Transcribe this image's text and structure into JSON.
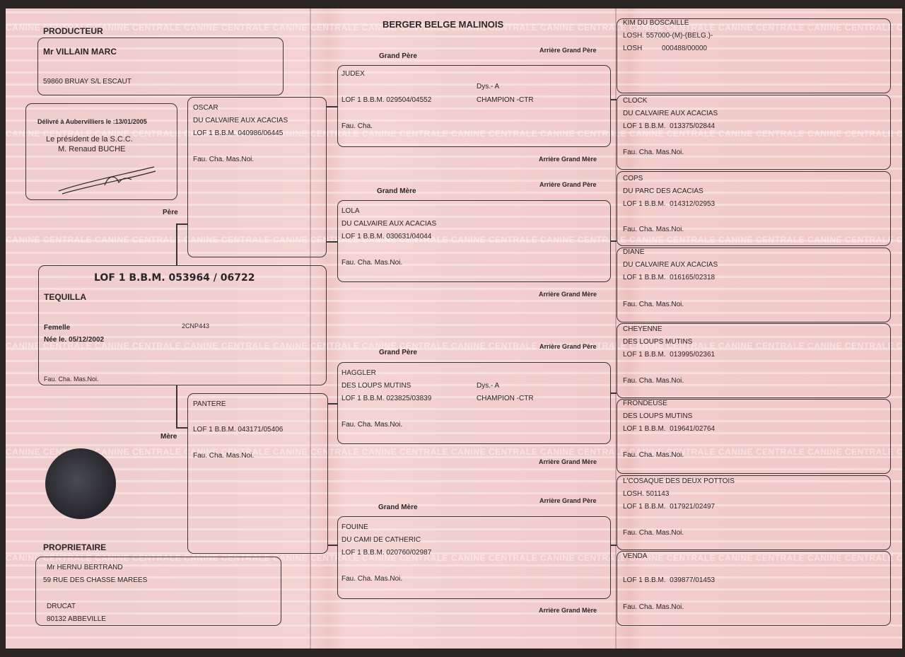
{
  "breed": "BERGER BELGE MALINOIS",
  "watermark_text": "CANINE CENTRALE CANINE CENTRALE CANINE CENTRALE CANINE CENTRALE CANINE CENTRALE CANINE CENTRALE CANINE CENTRALE CANINE CENTRALE CANINE CENTRALE CANINE CENTRALE CANINE CENTRALE",
  "producer": {
    "heading": "PRODUCTEUR",
    "name": "Mr VILLAIN MARC",
    "address": "59860 BRUAY S/L ESCAUT"
  },
  "issued": {
    "delivered": "Délivré à Aubervilliers le :13/01/2005",
    "president_line1": "Le président de la S.C.C.",
    "president_line2": "M. Renaud BUCHE"
  },
  "owner": {
    "heading": "PROPRIETAIRE",
    "name": "Mr HERNU BERTRAND",
    "street": "59 RUE DES CHASSE MAREES",
    "city": "DRUCAT",
    "postal": "80132 ABBEVILLE"
  },
  "dog": {
    "lof": "LOF 1 B.B.M. 053964 / 06722",
    "name": "TEQUILLA",
    "sex": "Femelle",
    "tattoo": "2CNP443",
    "born": "Née le. 05/12/2002",
    "colors": "Fau. Cha. Mas.Noi."
  },
  "labels": {
    "pere": "Père",
    "mere": "Mère",
    "grand_pere": "Grand Père",
    "grand_mere": "Grand Mère",
    "agp": "Arrière Grand Père",
    "agm": "Arrière Grand Mère"
  },
  "sire": {
    "name": "OSCAR",
    "kennel": "DU CALVAIRE AUX ACACIAS",
    "lof": "LOF 1 B.B.M. 040986/06445",
    "colors": "Fau. Cha. Mas.Noi."
  },
  "dam": {
    "name": "PANTERE",
    "lof": "LOF 1 B.B.M. 043171/05406",
    "colors": "Fau. Cha. Mas.Noi."
  },
  "grandparents": [
    {
      "name": "JUDEX",
      "kennel": "",
      "lof": "LOF 1 B.B.M. 029504/04552",
      "dys": "Dys.- A",
      "title": "CHAMPION -CTR",
      "colors": "Fau. Cha."
    },
    {
      "name": "LOLA",
      "kennel": "DU CALVAIRE AUX ACACIAS",
      "lof": "LOF 1 B.B.M. 030631/04044",
      "dys": "",
      "title": "",
      "colors": "Fau. Cha. Mas.Noi."
    },
    {
      "name": "HAGGLER",
      "kennel": "DES LOUPS MUTINS",
      "lof": "LOF 1 B.B.M. 023825/03839",
      "dys": "Dys.- A",
      "title": "CHAMPION -CTR",
      "colors": "Fau. Cha. Mas.Noi."
    },
    {
      "name": "FOUINE",
      "kennel": "DU CAMI DE CATHERIC",
      "lof": "LOF 1 B.B.M. 020760/02987",
      "dys": "",
      "title": "",
      "colors": "Fau. Cha. Mas.Noi."
    }
  ],
  "great_grandparents": [
    {
      "l1": "KIM DU BOSCAILLE",
      "l2": "LOSH. 557000-(M)-(BELG.)-",
      "l3": "LOSH          000488/00000",
      "colors": ""
    },
    {
      "l1": "CLOCK",
      "l2": "DU CALVAIRE AUX ACACIAS",
      "l3": "LOF 1 B.B.M.  013375/02844",
      "colors": "Fau. Cha. Mas.Noi."
    },
    {
      "l1": "COPS",
      "l2": "DU PARC DES ACACIAS",
      "l3": "LOF 1 B.B.M.  014312/02953",
      "colors": "Fau. Cha. Mas.Noi."
    },
    {
      "l1": "DIANE",
      "l2": "DU CALVAIRE AUX ACACIAS",
      "l3": "LOF 1 B.B.M.  016165/02318",
      "colors": "Fau. Cha. Mas.Noi."
    },
    {
      "l1": "CHEYENNE",
      "l2": "DES LOUPS MUTINS",
      "l3": "LOF 1 B.B.M.  013995/02361",
      "colors": "Fau. Cha. Mas.Noi."
    },
    {
      "l1": "FRONDEUSE",
      "l2": "DES LOUPS MUTINS",
      "l3": "LOF 1 B.B.M.  019641/02764",
      "colors": "Fau. Cha. Mas.Noi."
    },
    {
      "l1": "L'COSAQUE DES DEUX POTTOIS",
      "l2": "LOSH. 501143",
      "l3": "LOF 1 B.B.M.  017921/02497",
      "colors": "Fau. Cha. Mas.Noi."
    },
    {
      "l1": "VENDA",
      "l2": "",
      "l3": "LOF 1 B.B.M.  039877/01453",
      "colors": "Fau. Cha. Mas.Noi."
    }
  ]
}
